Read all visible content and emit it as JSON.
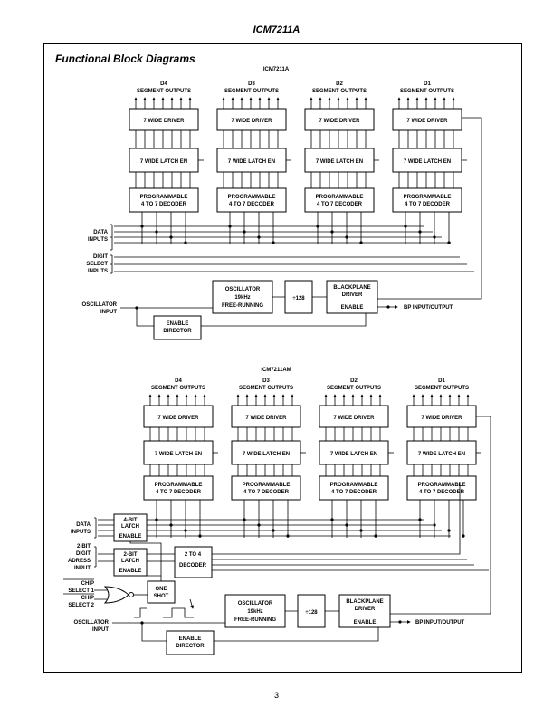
{
  "header": {
    "part_number": "ICM7211A"
  },
  "section": {
    "title": "Functional Block Diagrams"
  },
  "footer": {
    "page_number": "3"
  },
  "diagram_a": {
    "title": "ICM7211A",
    "digits": [
      {
        "digit": "D4",
        "outputs": "SEGMENT OUTPUTS"
      },
      {
        "digit": "D3",
        "outputs": "SEGMENT OUTPUTS"
      },
      {
        "digit": "D2",
        "outputs": "SEGMENT OUTPUTS"
      },
      {
        "digit": "D1",
        "outputs": "SEGMENT OUTPUTS"
      }
    ],
    "blocks": {
      "driver": "7 WIDE DRIVER",
      "latch": "7 WIDE LATCH EN",
      "decoder_line1": "PROGRAMMABLE",
      "decoder_line2": "4 TO 7 DECODER"
    },
    "inputs": {
      "data_line1": "DATA",
      "data_line2": "INPUTS",
      "digit_line1": "DIGIT",
      "digit_line2": "SELECT",
      "digit_line3": "INPUTS",
      "osc_line1": "OSCILLATOR",
      "osc_line2": "INPUT"
    },
    "oscillator": {
      "line1": "OSCILLATOR",
      "line2": "19kHz",
      "line3": "FREE-RUNNING"
    },
    "divider": "÷128",
    "backplane": {
      "line1": "BLACKPLANE",
      "line2": "DRIVER",
      "line3": "ENABLE"
    },
    "enable_director": {
      "line1": "ENABLE",
      "line2": "DIRECTOR"
    },
    "bp_output": "BP INPUT/OUTPUT"
  },
  "diagram_b": {
    "title": "ICM7211AM",
    "digits": [
      {
        "digit": "D4",
        "outputs": "SEGMENT OUTPUTS"
      },
      {
        "digit": "D3",
        "outputs": "SEGMENT OUTPUTS"
      },
      {
        "digit": "D2",
        "outputs": "SEGMENT OUTPUTS"
      },
      {
        "digit": "D1",
        "outputs": "SEGMENT OUTPUTS"
      }
    ],
    "blocks": {
      "driver": "7 WIDE DRIVER",
      "latch": "7 WIDE LATCH EN",
      "decoder_line1": "PROGRAMMABLE",
      "decoder_line2": "4 TO 7 DECODER"
    },
    "inputs": {
      "data_line1": "DATA",
      "data_line2": "INPUTS",
      "digit_line1": "2-BIT",
      "digit_line2": "DIGIT",
      "digit_line3": "ADRESS",
      "digit_line4": "INPUT",
      "chip1_line1": "CHIP",
      "chip1_line2": "SELECT 1",
      "chip2_line1": "CHIP",
      "chip2_line2": "SELECT 2",
      "osc_line1": "OSCILLATOR",
      "osc_line2": "INPUT"
    },
    "latch4": {
      "line1": "4-BIT",
      "line2": "LATCH",
      "line3": "ENABLE"
    },
    "latch2": {
      "line1": "2-BIT",
      "line2": "LATCH",
      "line3": "ENABLE"
    },
    "decoder2to4": {
      "line1": "2 TO 4",
      "line2": "DECODER"
    },
    "one_shot": {
      "line1": "ONE",
      "line2": "SHOT"
    },
    "oscillator": {
      "line1": "OSCILLATOR",
      "line2": "19kHz",
      "line3": "FREE-RUNNING"
    },
    "divider": "÷128",
    "backplane": {
      "line1": "BLACKPLANE",
      "line2": "DRIVER",
      "line3": "ENABLE"
    },
    "enable_director": {
      "line1": "ENABLE",
      "line2": "DIRECTOR"
    },
    "bp_output": "BP INPUT/OUTPUT"
  }
}
